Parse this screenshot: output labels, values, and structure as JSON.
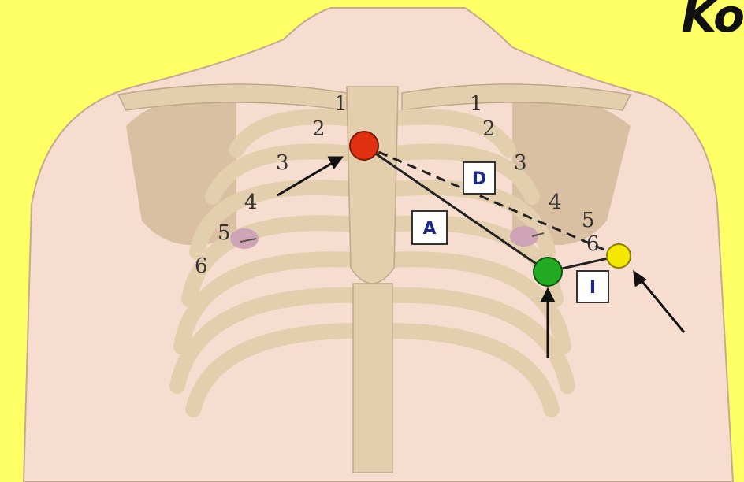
{
  "title": "Ko",
  "rib_numbers_right": [
    "1",
    "2",
    "3",
    "4",
    "5",
    "6"
  ],
  "rib_numbers_left": [
    "1",
    "2",
    "3",
    "4",
    "5",
    "6"
  ],
  "lead_labels": {
    "a": "A",
    "d": "D",
    "i": "I"
  },
  "colors": {
    "background": "#ffff66",
    "skin": "#f7ddd0",
    "bone": "#e3cfae",
    "electrode_red": "#e03010",
    "electrode_green": "#22aa22",
    "electrode_yellow": "#f5e800",
    "label_text": "#1a2a8a"
  }
}
